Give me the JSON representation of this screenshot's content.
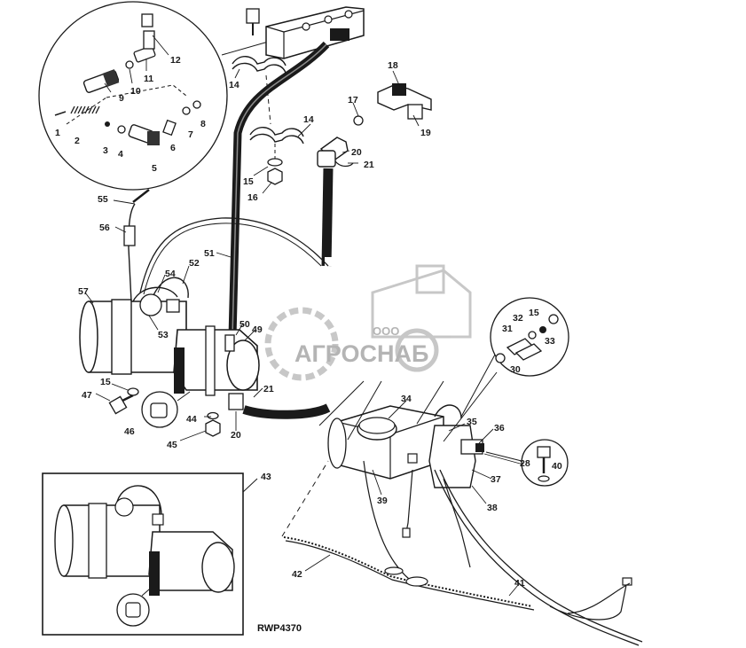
{
  "diagram": {
    "reference_code": "RWP4370",
    "callouts": [
      "1",
      "2",
      "3",
      "4",
      "5",
      "6",
      "7",
      "8",
      "9",
      "10",
      "11",
      "12",
      "14",
      "14",
      "15",
      "15",
      "15",
      "16",
      "17",
      "18",
      "19",
      "20",
      "20",
      "21",
      "21",
      "28",
      "30",
      "31",
      "32",
      "33",
      "34",
      "35",
      "36",
      "37",
      "38",
      "39",
      "40",
      "41",
      "42",
      "43",
      "44",
      "45",
      "46",
      "47",
      "49",
      "50",
      "51",
      "52",
      "53",
      "54",
      "55",
      "56",
      "57"
    ]
  },
  "watermark": {
    "prefix": "ООО",
    "brand": "АГРОСНАБ",
    "color": "#9a9a9a"
  },
  "colors": {
    "ink": "#1a1a1a",
    "paper": "#ffffff"
  }
}
